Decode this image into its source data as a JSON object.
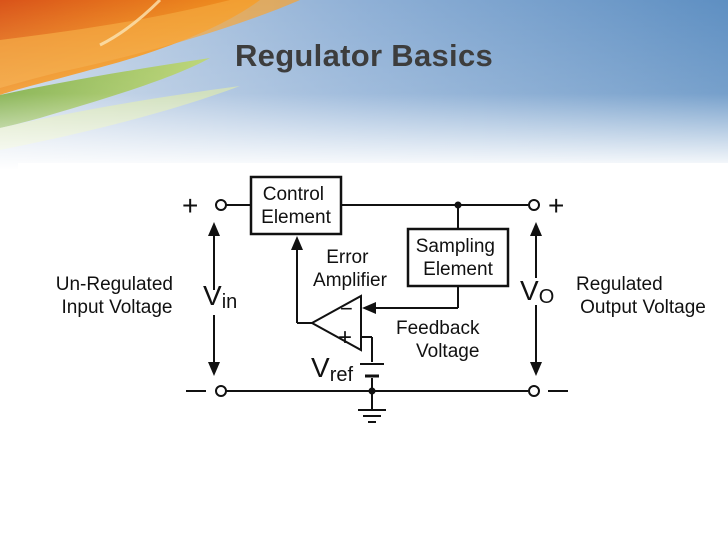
{
  "slide": {
    "title": "Regulator Basics"
  },
  "diagram": {
    "control_element": [
      "Control",
      "Element"
    ],
    "sampling_element": [
      "Sampling",
      "Element"
    ],
    "error_amplifier": [
      "Error",
      "Amplifier"
    ],
    "feedback_voltage": [
      "Feedback",
      "Voltage"
    ],
    "input_label": [
      "Un-Regulated",
      "Input Voltage"
    ],
    "output_label": [
      "Regulated",
      "Output Voltage"
    ],
    "vin": {
      "main": "V",
      "sub": "in"
    },
    "vo": {
      "main": "V",
      "sub": "O"
    },
    "vref": {
      "main": "V",
      "sub": "ref"
    },
    "plus_sign": "+",
    "minus_sign": "—",
    "opamp_minus": "−",
    "opamp_plus": "+"
  },
  "colors": {
    "banner_orange": "#e8751a",
    "banner_green": "#8cb832",
    "banner_blue": "#5e8fc2",
    "title_text": "#3d3d3d",
    "line": "#111111"
  }
}
